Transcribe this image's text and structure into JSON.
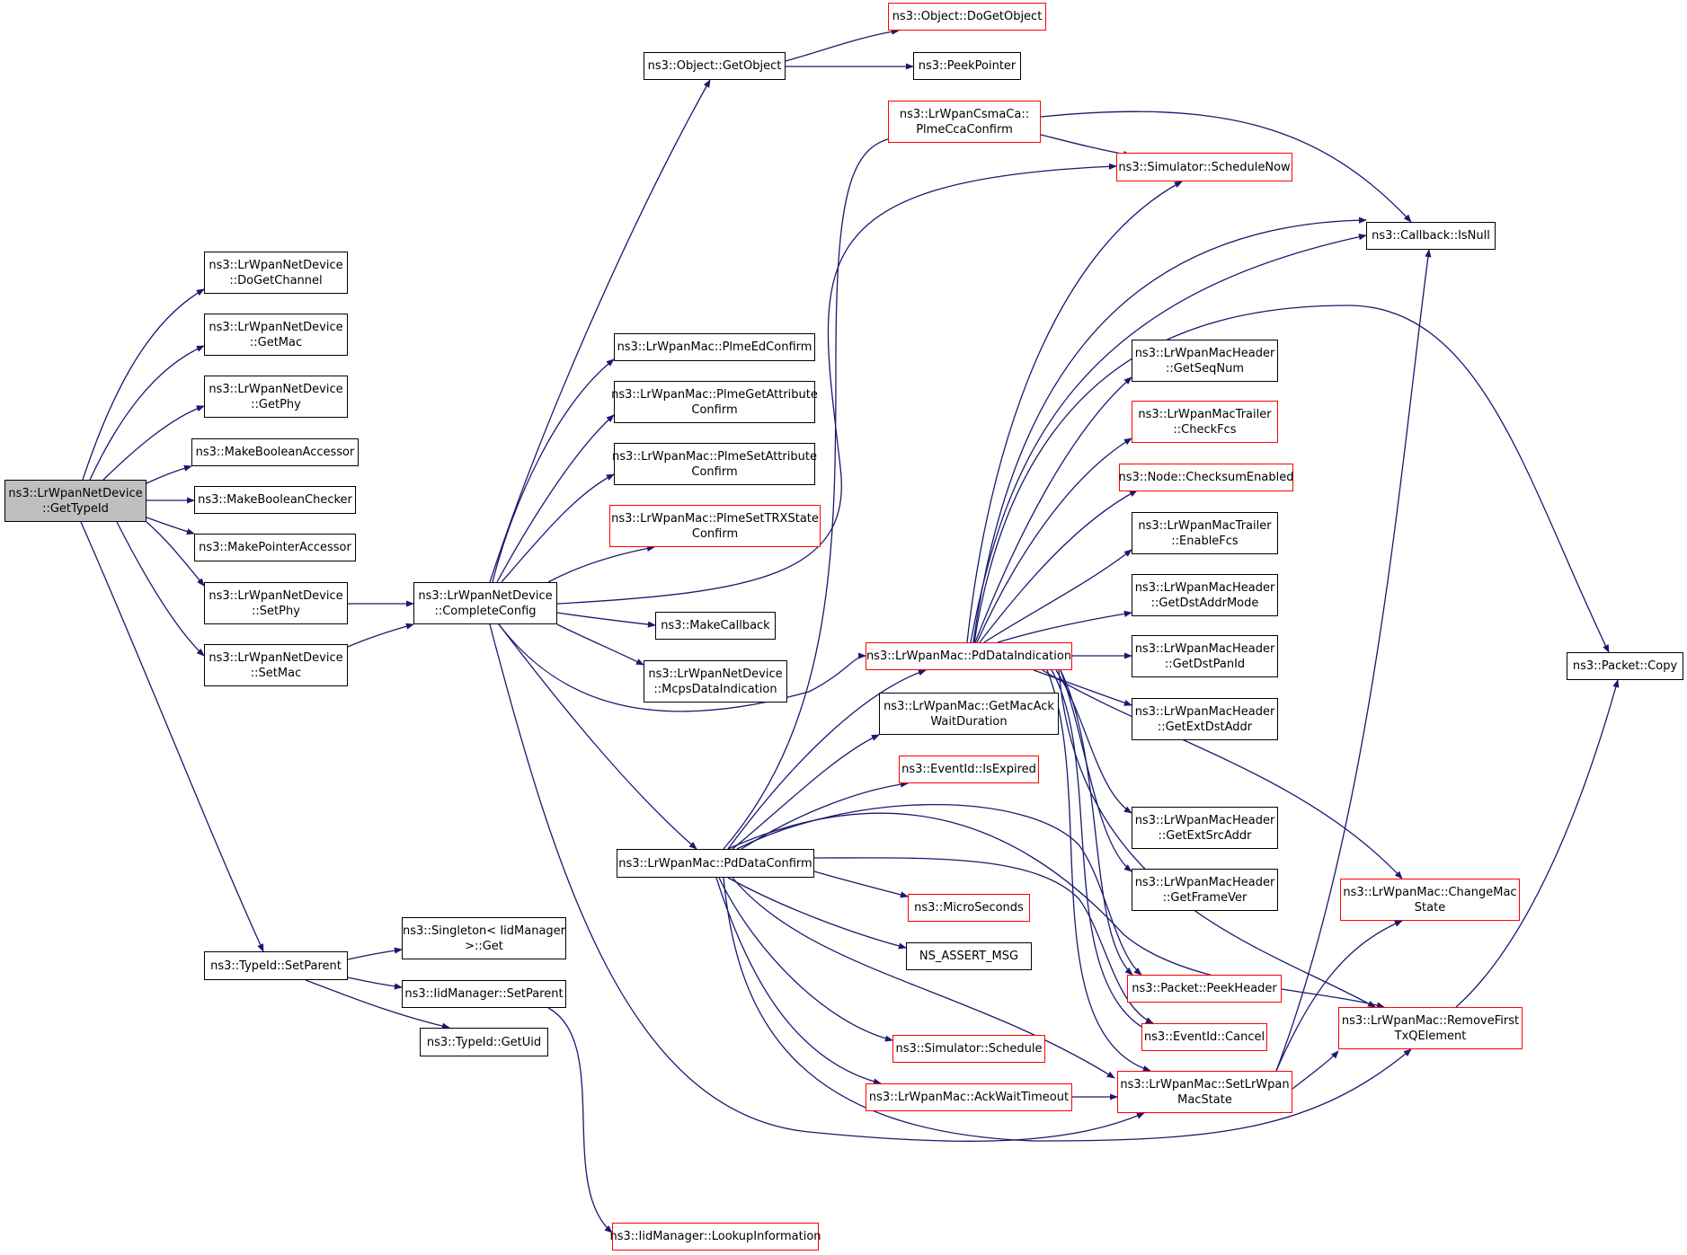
{
  "diagram": {
    "type": "call-graph",
    "colors": {
      "edge": "#191970",
      "node_border": "#000000",
      "truncated_border": "#ff0000",
      "root_fill": "#bfbfbf"
    },
    "nodes": [
      {
        "id": "root",
        "lines": [
          "ns3::LrWpanNetDevice",
          "::GetTypeId"
        ],
        "style": "root"
      },
      {
        "id": "doGetChannel",
        "lines": [
          "ns3::LrWpanNetDevice",
          "::DoGetChannel"
        ],
        "style": "normal"
      },
      {
        "id": "getMac",
        "lines": [
          "ns3::LrWpanNetDevice",
          "::GetMac"
        ],
        "style": "normal"
      },
      {
        "id": "getPhy",
        "lines": [
          "ns3::LrWpanNetDevice",
          "::GetPhy"
        ],
        "style": "normal"
      },
      {
        "id": "makeBoolAcc",
        "lines": [
          "ns3::MakeBooleanAccessor"
        ],
        "style": "normal"
      },
      {
        "id": "makeBoolChk",
        "lines": [
          "ns3::MakeBooleanChecker"
        ],
        "style": "normal"
      },
      {
        "id": "makePtrAcc",
        "lines": [
          "ns3::MakePointerAccessor"
        ],
        "style": "normal"
      },
      {
        "id": "setPhy",
        "lines": [
          "ns3::LrWpanNetDevice",
          "::SetPhy"
        ],
        "style": "normal"
      },
      {
        "id": "setMac",
        "lines": [
          "ns3::LrWpanNetDevice",
          "::SetMac"
        ],
        "style": "normal"
      },
      {
        "id": "typeIdSetParent",
        "lines": [
          "ns3::TypeId::SetParent"
        ],
        "style": "normal"
      },
      {
        "id": "completeConfig",
        "lines": [
          "ns3::LrWpanNetDevice",
          "::CompleteConfig"
        ],
        "style": "normal"
      },
      {
        "id": "singletonGet",
        "lines": [
          "ns3::Singleton< IidManager",
          ">::Get"
        ],
        "style": "normal"
      },
      {
        "id": "iidSetParent",
        "lines": [
          "ns3::IidManager::SetParent"
        ],
        "style": "normal"
      },
      {
        "id": "getUid",
        "lines": [
          "ns3::TypeId::GetUid"
        ],
        "style": "normal"
      },
      {
        "id": "lookupInfo",
        "lines": [
          "ns3::IidManager::LookupInformation"
        ],
        "style": "red"
      },
      {
        "id": "getObject",
        "lines": [
          "ns3::Object::GetObject"
        ],
        "style": "normal"
      },
      {
        "id": "doGetObject",
        "lines": [
          "ns3::Object::DoGetObject"
        ],
        "style": "red"
      },
      {
        "id": "peekPointer",
        "lines": [
          "ns3::PeekPointer"
        ],
        "style": "normal"
      },
      {
        "id": "plmeEd",
        "lines": [
          "ns3::LrWpanMac::PlmeEdConfirm"
        ],
        "style": "normal"
      },
      {
        "id": "plmeGetAttr",
        "lines": [
          "ns3::LrWpanMac::PlmeGetAttribute",
          "Confirm"
        ],
        "style": "normal"
      },
      {
        "id": "plmeSetAttr",
        "lines": [
          "ns3::LrWpanMac::PlmeSetAttribute",
          "Confirm"
        ],
        "style": "normal"
      },
      {
        "id": "plmeSetTrx",
        "lines": [
          "ns3::LrWpanMac::PlmeSetTRXState",
          "Confirm"
        ],
        "style": "red"
      },
      {
        "id": "makeCallback",
        "lines": [
          "ns3::MakeCallback"
        ],
        "style": "normal"
      },
      {
        "id": "mcpsData",
        "lines": [
          "ns3::LrWpanNetDevice",
          "::McpsDataIndication"
        ],
        "style": "normal"
      },
      {
        "id": "pdDataConfirm",
        "lines": [
          "ns3::LrWpanMac::PdDataConfirm"
        ],
        "style": "normal"
      },
      {
        "id": "csmaPlme",
        "lines": [
          "ns3::LrWpanCsmaCa::",
          "PlmeCcaConfirm"
        ],
        "style": "red"
      },
      {
        "id": "scheduleNow",
        "lines": [
          "ns3::Simulator::ScheduleNow"
        ],
        "style": "red"
      },
      {
        "id": "isNull",
        "lines": [
          "ns3::Callback::IsNull"
        ],
        "style": "normal"
      },
      {
        "id": "pdDataInd",
        "lines": [
          "ns3::LrWpanMac::PdDataIndication"
        ],
        "style": "red"
      },
      {
        "id": "getMacAck",
        "lines": [
          "ns3::LrWpanMac::GetMacAck",
          "WaitDuration"
        ],
        "style": "normal"
      },
      {
        "id": "isExpired",
        "lines": [
          "ns3::EventId::IsExpired"
        ],
        "style": "red"
      },
      {
        "id": "microSeconds",
        "lines": [
          "ns3::MicroSeconds"
        ],
        "style": "red"
      },
      {
        "id": "nsAssert",
        "lines": [
          "NS_ASSERT_MSG"
        ],
        "style": "normal"
      },
      {
        "id": "schedule",
        "lines": [
          "ns3::Simulator::Schedule"
        ],
        "style": "red"
      },
      {
        "id": "ackWait",
        "lines": [
          "ns3::LrWpanMac::AckWaitTimeout"
        ],
        "style": "red"
      },
      {
        "id": "getSeqNum",
        "lines": [
          "ns3::LrWpanMacHeader",
          "::GetSeqNum"
        ],
        "style": "normal"
      },
      {
        "id": "checkFcs",
        "lines": [
          "ns3::LrWpanMacTrailer",
          "::CheckFcs"
        ],
        "style": "red"
      },
      {
        "id": "checksumEn",
        "lines": [
          "ns3::Node::ChecksumEnabled"
        ],
        "style": "red"
      },
      {
        "id": "enableFcs",
        "lines": [
          "ns3::LrWpanMacTrailer",
          "::EnableFcs"
        ],
        "style": "normal"
      },
      {
        "id": "getDstAddrMode",
        "lines": [
          "ns3::LrWpanMacHeader",
          "::GetDstAddrMode"
        ],
        "style": "normal"
      },
      {
        "id": "getDstPanId",
        "lines": [
          "ns3::LrWpanMacHeader",
          "::GetDstPanId"
        ],
        "style": "normal"
      },
      {
        "id": "getExtDst",
        "lines": [
          "ns3::LrWpanMacHeader",
          "::GetExtDstAddr"
        ],
        "style": "normal"
      },
      {
        "id": "getExtSrc",
        "lines": [
          "ns3::LrWpanMacHeader",
          "::GetExtSrcAddr"
        ],
        "style": "normal"
      },
      {
        "id": "getFrameVer",
        "lines": [
          "ns3::LrWpanMacHeader",
          "::GetFrameVer"
        ],
        "style": "normal"
      },
      {
        "id": "peekHeader",
        "lines": [
          "ns3::Packet::PeekHeader"
        ],
        "style": "red"
      },
      {
        "id": "cancel",
        "lines": [
          "ns3::EventId::Cancel"
        ],
        "style": "red"
      },
      {
        "id": "setMacState",
        "lines": [
          "ns3::LrWpanMac::SetLrWpan",
          "MacState"
        ],
        "style": "red"
      },
      {
        "id": "changeMac",
        "lines": [
          "ns3::LrWpanMac::ChangeMac",
          "State"
        ],
        "style": "red"
      },
      {
        "id": "removeFirst",
        "lines": [
          "ns3::LrWpanMac::RemoveFirst",
          "TxQElement"
        ],
        "style": "red"
      },
      {
        "id": "packetCopy",
        "lines": [
          "ns3::Packet::Copy"
        ],
        "style": "normal"
      }
    ]
  }
}
